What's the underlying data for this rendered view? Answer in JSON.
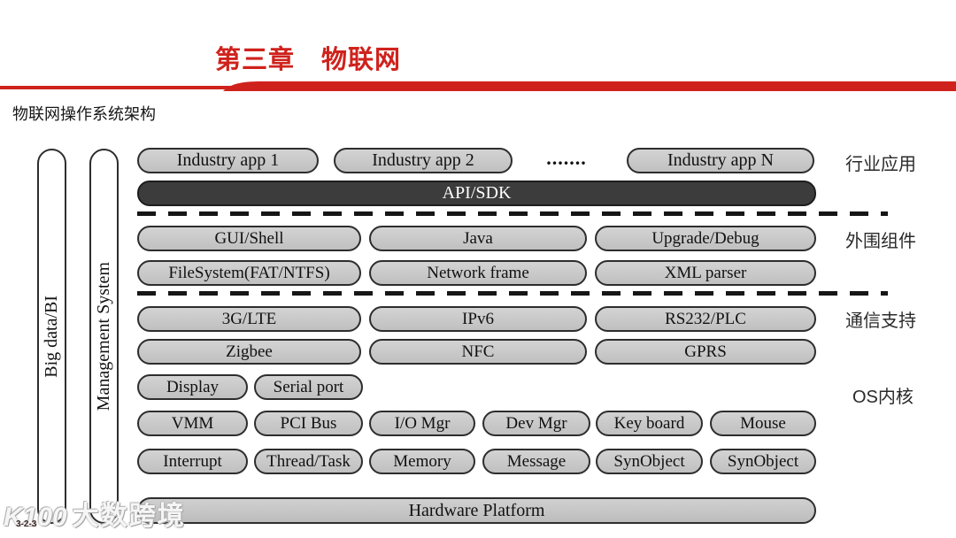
{
  "header": {
    "title": "第三章　物联网",
    "subtitle": "物联网操作系统架构"
  },
  "colors": {
    "accent_red": "#cf221c",
    "box_gray": "#c8c8c8",
    "api_bar_dark": "#3c3c3c"
  },
  "diagram": {
    "pillars": [
      {
        "label": "Big data/BI"
      },
      {
        "label": "Management System"
      }
    ],
    "section_labels": [
      {
        "label": "行业应用"
      },
      {
        "label": "外围组件"
      },
      {
        "label": "通信支持"
      },
      {
        "label": "OS内核"
      }
    ],
    "app_row": {
      "boxes": [
        {
          "label": "Industry app 1"
        },
        {
          "label": "Industry app 2"
        },
        {
          "label": "Industry app N"
        }
      ],
      "ellipsis": "......."
    },
    "api_bar": {
      "label": "API/SDK"
    },
    "peripheral": {
      "row1": [
        {
          "label": "GUI/Shell"
        },
        {
          "label": "Java"
        },
        {
          "label": "Upgrade/Debug"
        }
      ],
      "row2": [
        {
          "label": "FileSystem(FAT/NTFS)"
        },
        {
          "label": "Network frame"
        },
        {
          "label": "XML parser"
        }
      ]
    },
    "comm": {
      "row1": [
        {
          "label": "3G/LTE"
        },
        {
          "label": "IPv6"
        },
        {
          "label": "RS232/PLC"
        }
      ],
      "row2": [
        {
          "label": "Zigbee"
        },
        {
          "label": "NFC"
        },
        {
          "label": "GPRS"
        }
      ]
    },
    "kernel": {
      "row1": [
        {
          "label": "Display"
        },
        {
          "label": "Serial port"
        }
      ],
      "row2": [
        {
          "label": "VMM"
        },
        {
          "label": "PCI Bus"
        },
        {
          "label": "I/O Mgr"
        },
        {
          "label": "Dev Mgr"
        },
        {
          "label": "Key board"
        },
        {
          "label": "Mouse"
        }
      ],
      "row3": [
        {
          "label": "Interrupt"
        },
        {
          "label": "Thread/Task"
        },
        {
          "label": "Memory"
        },
        {
          "label": "Message"
        },
        {
          "label": "SynObject"
        },
        {
          "label": "SynObject"
        }
      ]
    },
    "hardware_bar": {
      "label": "Hardware Platform"
    }
  },
  "footer": {
    "page_number": "3-2-3",
    "watermark_logo": "K100",
    "watermark_brand": "大数跨境"
  }
}
